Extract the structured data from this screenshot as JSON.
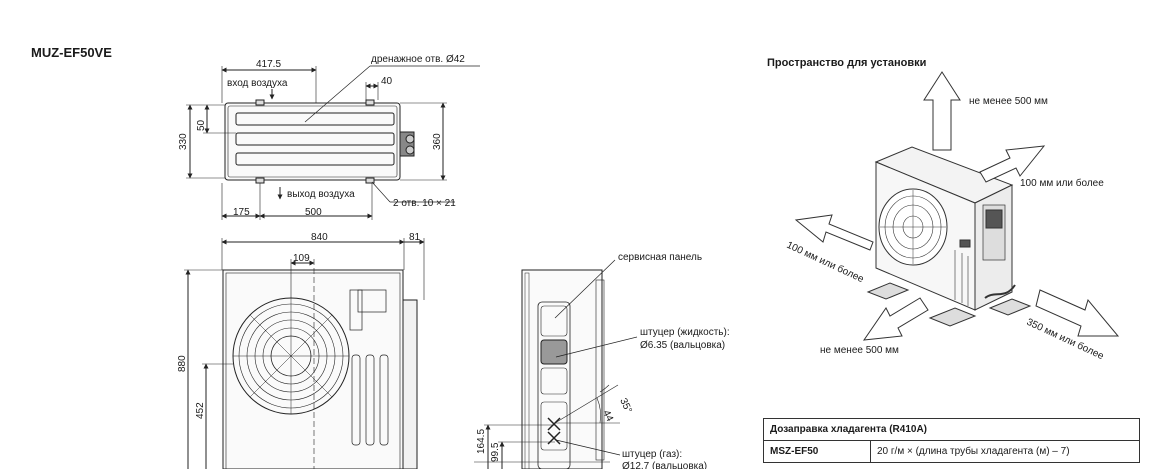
{
  "model_title": "MUZ-EF50VE",
  "top_view": {
    "dim_417": "417.5",
    "dim_40": "40",
    "dim_330": "330",
    "dim_50": "50",
    "dim_360": "360",
    "dim_175": "175",
    "dim_500": "500",
    "label_drain": "дренажное отв. Ø42",
    "label_air_in": "вход воздуха",
    "label_air_out": "выход воздуха",
    "label_holes": "2 отв. 10 × 21"
  },
  "front_view": {
    "dim_840": "840",
    "dim_81": "81",
    "dim_109": "109",
    "dim_880": "880",
    "dim_452": "452"
  },
  "side_view": {
    "label_service_panel": "сервисная панель",
    "label_liquid_1": "штуцер (жидкость):",
    "label_liquid_2": "Ø6.35 (вальцовка)",
    "label_gas_1": "штуцер (газ):",
    "label_gas_2": "Ø12.7 (вальцовка)",
    "dim_164": "164.5",
    "dim_99": "99.5",
    "dim_35": "35°",
    "dim_44": "44"
  },
  "installation_space": {
    "title": "Пространство для установки",
    "label_top": "не менее 500 мм",
    "label_back": "100 мм или более",
    "label_left": "100 мм или более",
    "label_front": "не менее 500 мм",
    "label_right": "350 мм или более"
  },
  "refrigerant_table": {
    "header": "Дозаправка хладагента (R410A)",
    "model": "MSZ-EF50",
    "formula": "20 г/м × (длина трубы хладагента (м) – 7)"
  }
}
